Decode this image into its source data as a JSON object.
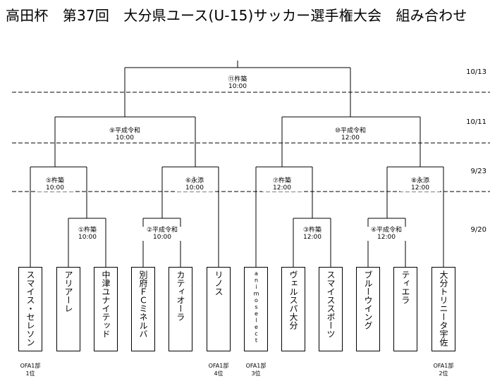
{
  "title": "高田杯　第37回　大分県ユース(U-15)サッカー選手権大会　組み合わせ",
  "dates": [
    "10/13",
    "10/11",
    "9/23",
    "9/20"
  ],
  "matches": {
    "m11": {
      "venue": "⑪杵築",
      "time": "10:00"
    },
    "m9": {
      "venue": "⑨平成令和",
      "time": "10:00"
    },
    "m10": {
      "venue": "⑩平成令和",
      "time": "12:00"
    },
    "m5": {
      "venue": "⑤杵築",
      "time": "10:00"
    },
    "m6": {
      "venue": "⑥永添",
      "time": "10:00"
    },
    "m7": {
      "venue": "⑦杵築",
      "time": "12:00"
    },
    "m8": {
      "venue": "⑧永添",
      "time": "12:00"
    },
    "m1": {
      "venue": "①杵築",
      "time": "10:00"
    },
    "m2": {
      "venue": "②平成令和",
      "time": "10:00"
    },
    "m3": {
      "venue": "③杵築",
      "time": "12:00"
    },
    "m4": {
      "venue": "④平成令和",
      "time": "12:00"
    }
  },
  "teams": [
    "スマイス・セレソン",
    "アリアーレ",
    "中津ユナイテッド",
    "別府ＦＣミネルバ",
    "カティオーラ",
    "リノス",
    "animoselect",
    "ヴェルスパ大分",
    "スマイススポーツ",
    "ブルーウイング",
    "ティエラ",
    "大分トリニータ宇佐"
  ],
  "seeds": {
    "team1": {
      "line1": "OFA1部",
      "line2": "1位"
    },
    "team6": {
      "line1": "OFA1部",
      "line2": "4位"
    },
    "team7": {
      "line1": "OFA1部",
      "line2": "3位"
    },
    "team12": {
      "line1": "OFA1部",
      "line2": "2位"
    }
  }
}
